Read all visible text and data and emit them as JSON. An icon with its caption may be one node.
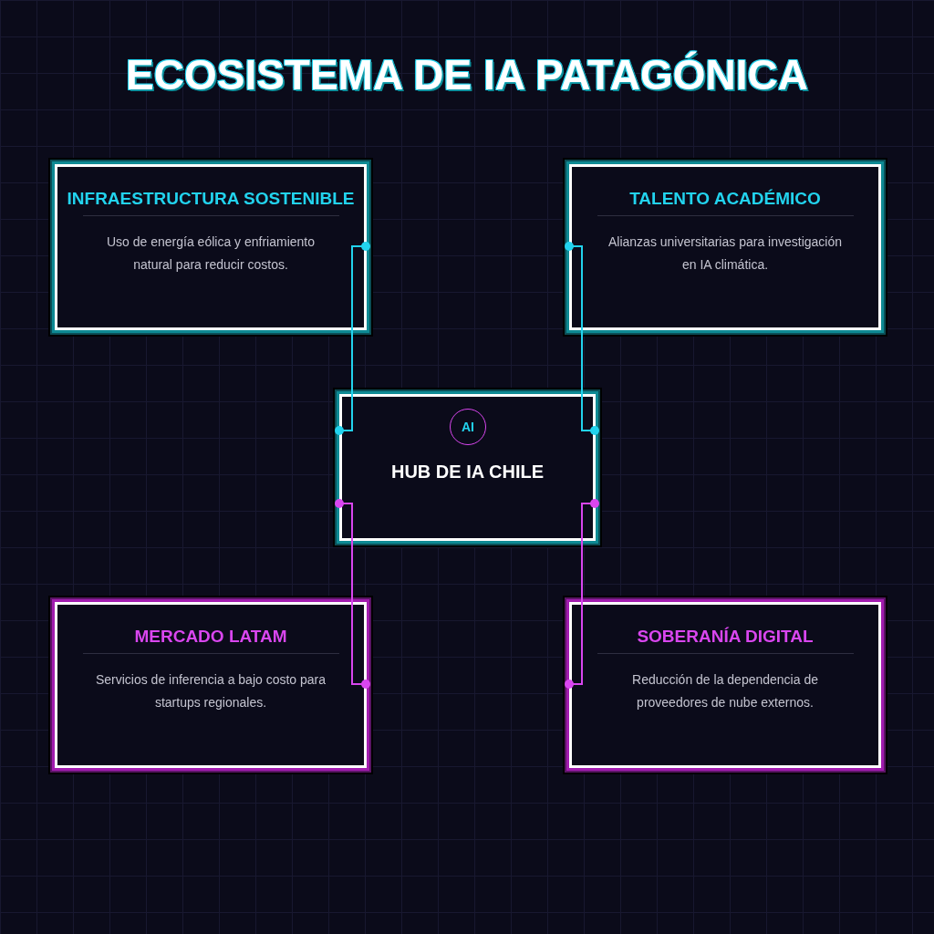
{
  "diagram": {
    "title": "ECOSISTEMA DE IA PATAGÓNICA",
    "nodes": [
      {
        "text": [
          "INFRAESTRUCTURA SOSTENIBLE",
          "Uso de energía eólica y enfriamiento natural para reducir costos."
        ]
      },
      {
        "text": [
          "TALENTO ACADÉMICO",
          "Alianzas universitarias para investigación en IA climática."
        ]
      },
      {
        "text": [
          "HUB DE IA CHILE"
        ]
      },
      {
        "text": [
          "AI"
        ],
        "in": 2
      },
      {
        "text": [
          "MERCADO LATAM",
          "Servicios de inferencia a bajo costo para startups regionales."
        ]
      },
      {
        "text": [
          "SOBERANÍA DIGITAL",
          "Reducción de la dependencia de proveedores de nube externos."
        ]
      }
    ],
    "edges": [
      {
        "from": 0,
        "to": 2,
        "arrow": "other",
        "color": "#22d3ee"
      },
      {
        "from": 1,
        "to": 2,
        "arrow": "other",
        "color": "#22d3ee"
      },
      {
        "from": 2,
        "to": 4,
        "arrow": "other",
        "color": "#d946ef"
      },
      {
        "from": 2,
        "to": 5,
        "arrow": "other",
        "color": "#d946ef"
      }
    ]
  }
}
